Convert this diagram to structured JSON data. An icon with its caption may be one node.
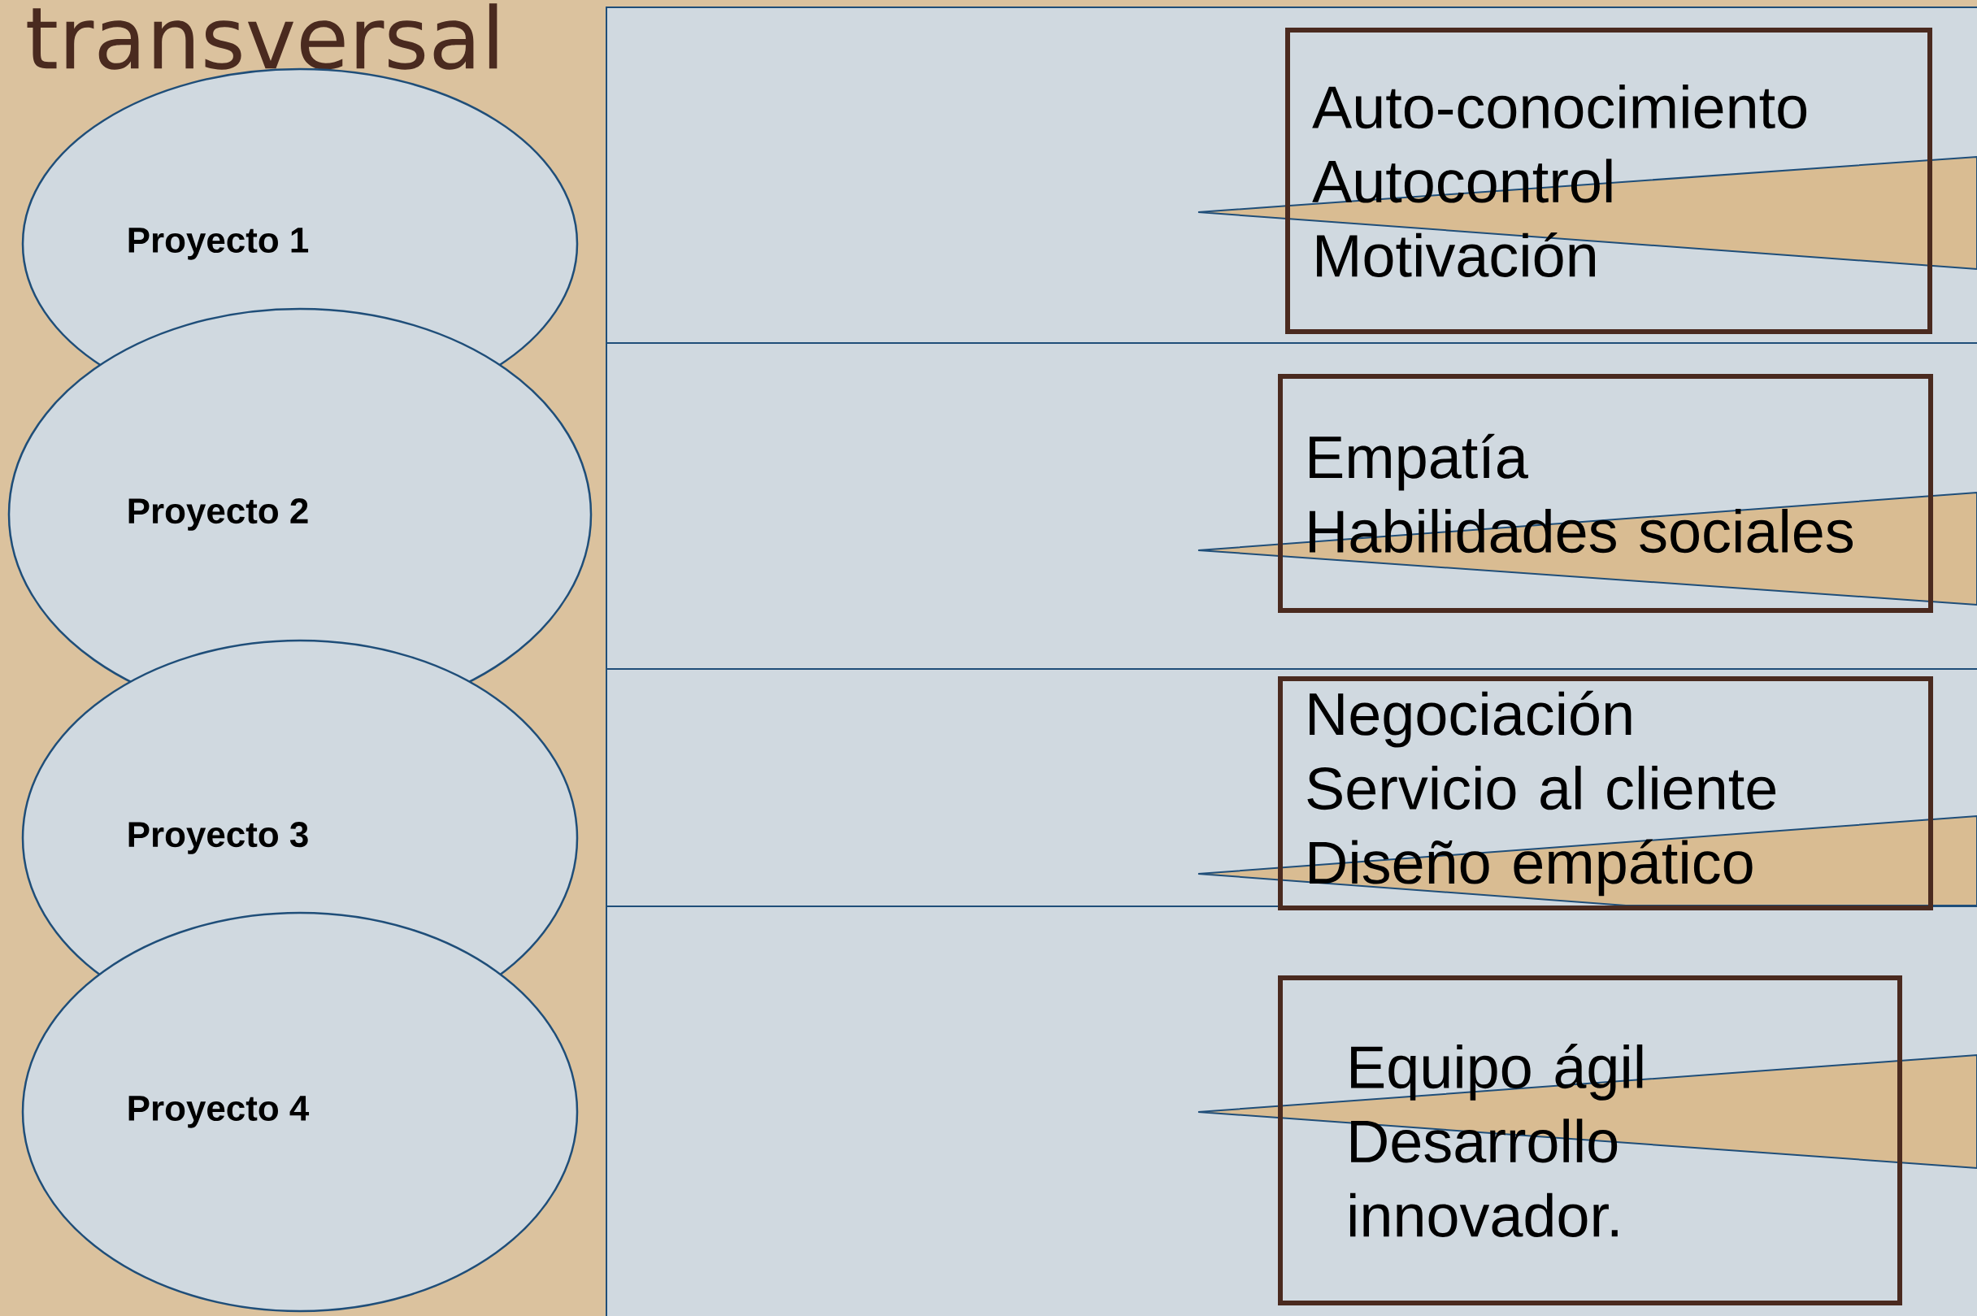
{
  "diagram": {
    "title": "transversal",
    "nodes": [
      {
        "text": [
          "Proyecto 1"
        ]
      },
      {
        "text": [
          "Proyecto 2"
        ]
      },
      {
        "text": [
          "Proyecto 3"
        ]
      },
      {
        "text": [
          "Proyecto 4"
        ]
      },
      {
        "text": [],
        "shape": "box"
      },
      {
        "text": [
          "Auto-conocimiento",
          "Autocontrol",
          "Motivación"
        ],
        "in": 4
      },
      {
        "text": [],
        "shape": "box"
      },
      {
        "text": [
          "Empatía",
          "Habilidades sociales"
        ],
        "in": 6
      },
      {
        "text": [],
        "shape": "box"
      },
      {
        "text": [
          "Negociación",
          "Servicio al cliente",
          "Diseño empático"
        ],
        "in": 8
      },
      {
        "text": [],
        "shape": "box"
      },
      {
        "text": [
          "Equipo ágil",
          "Desarrollo innovador."
        ],
        "in": 10
      }
    ]
  }
}
